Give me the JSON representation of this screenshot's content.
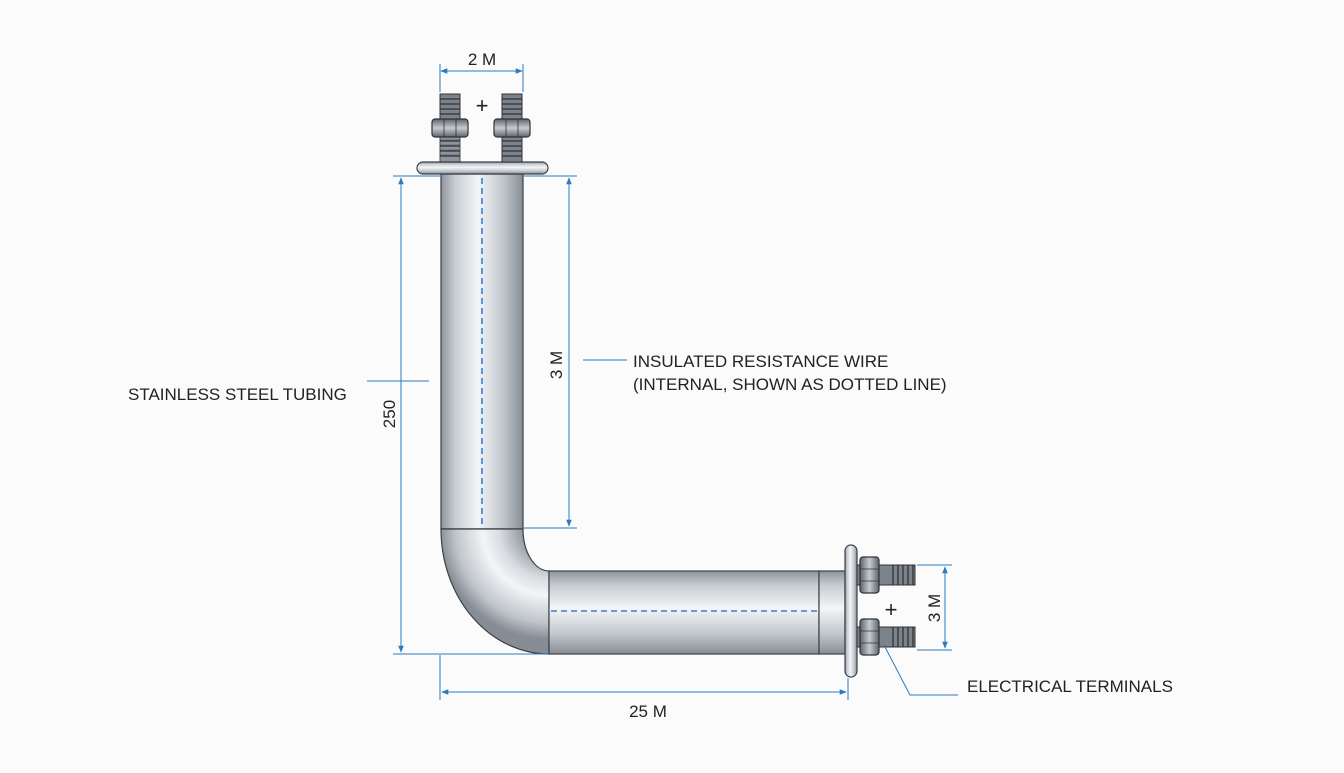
{
  "labels": {
    "tubing": "STAINLESS STEEL TUBING",
    "wire_line1": "INSULATED RESISTANCE WIRE",
    "wire_line2": "(INTERNAL, SHOWN AS DOTTED LINE)",
    "terminals": "ELECTRICAL TERMINALS"
  },
  "dimensions": {
    "top_spacing": "2 M",
    "overall_height": "250",
    "straight_length": "3 M",
    "bottom_spacing": "3 M",
    "overall_width": "25 M"
  },
  "symbols": {
    "top_polarity": "+",
    "side_polarity": "+"
  },
  "colors": {
    "dimension": "#2b7bbf",
    "wire": "#3a7fd5",
    "steel_dark": "#8d949b",
    "steel_light": "#eef1f4",
    "outline": "#3c4046"
  }
}
